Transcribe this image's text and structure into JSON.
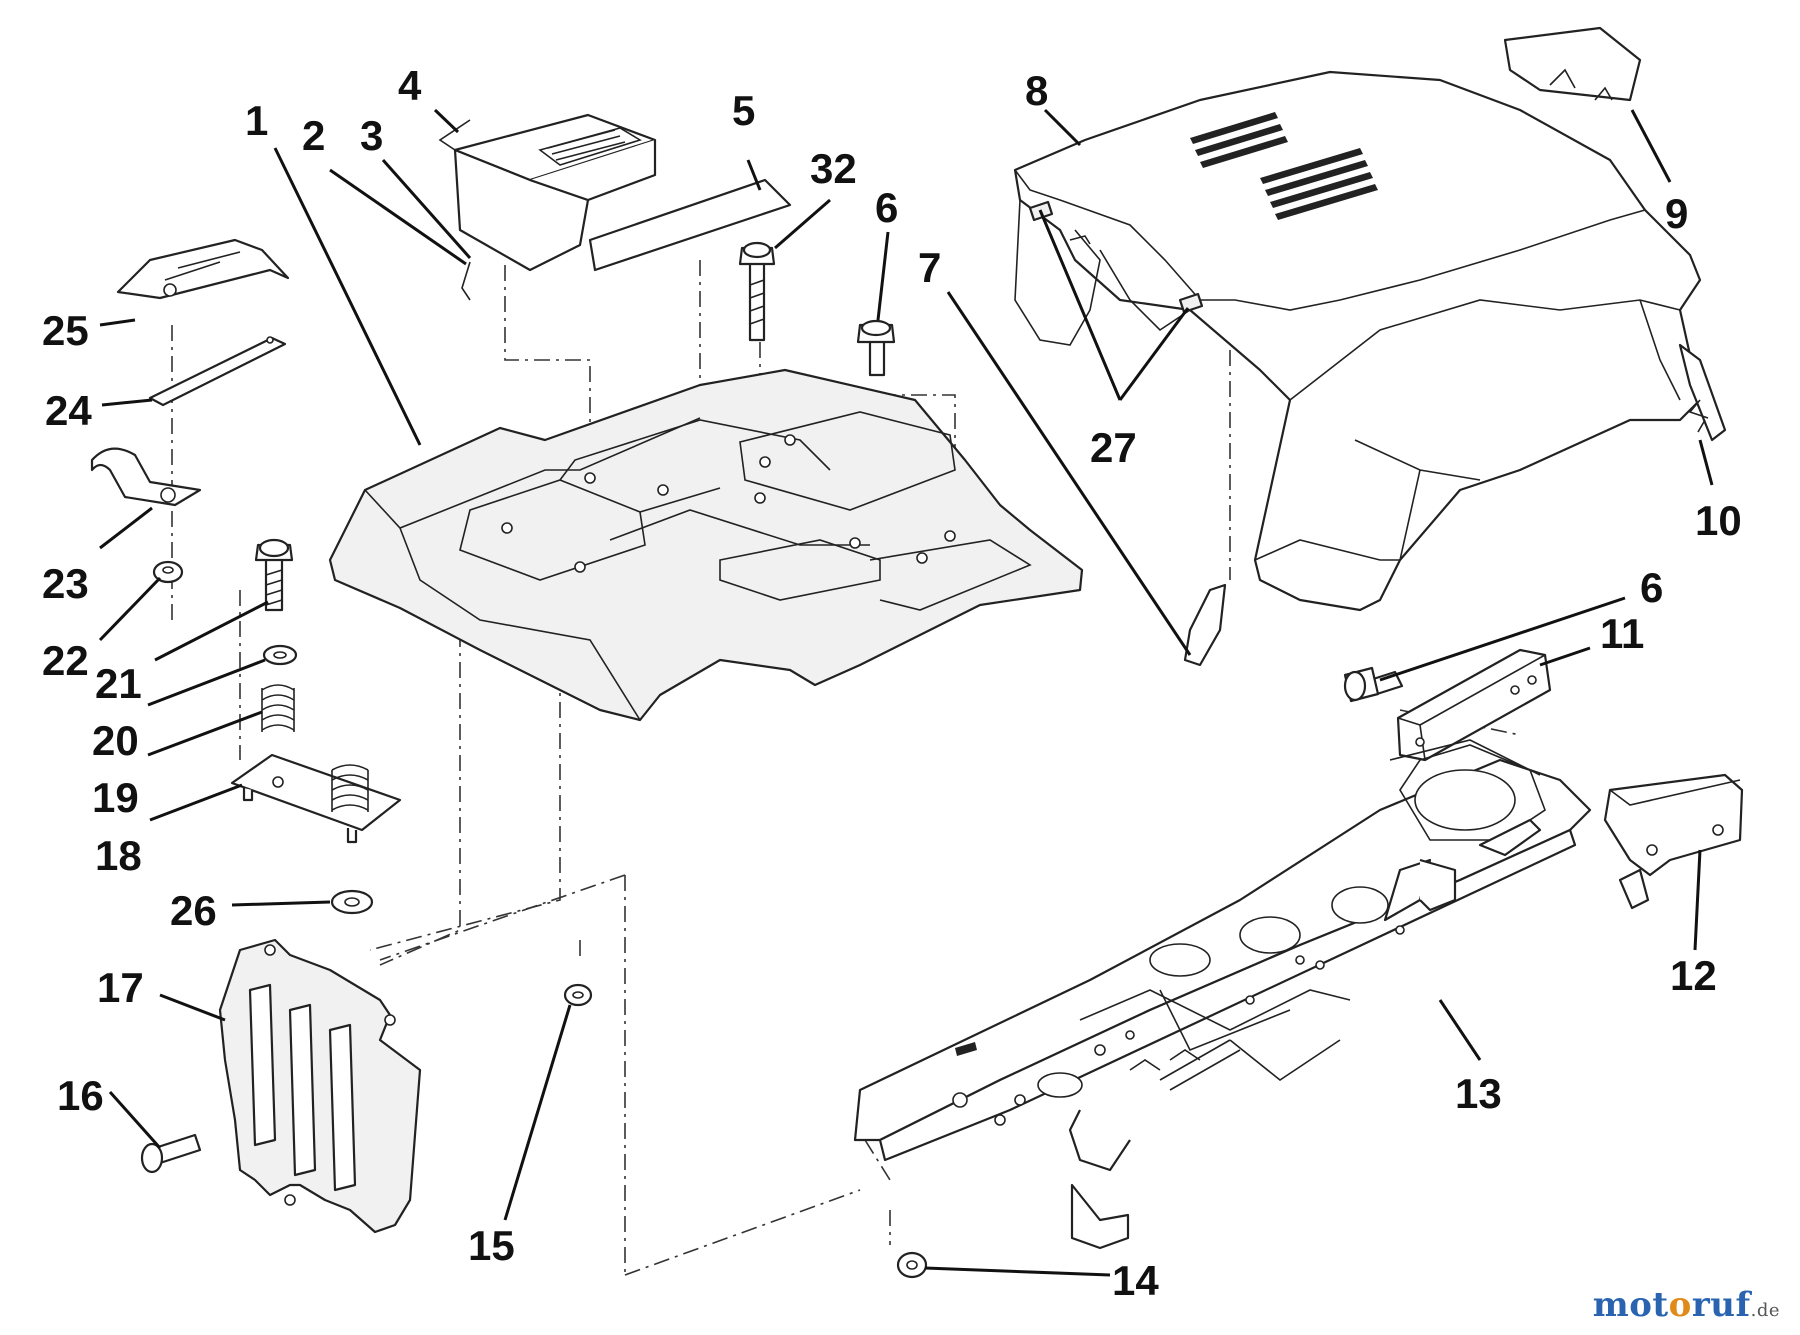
{
  "labels": [
    "1",
    "2",
    "3",
    "4",
    "5",
    "32",
    "6",
    "7",
    "8",
    "9",
    "10",
    "27",
    "25",
    "24",
    "23",
    "22",
    "21",
    "20",
    "19",
    "18",
    "26",
    "17",
    "16",
    "15",
    "14",
    "13",
    "12",
    "11",
    "6"
  ],
  "watermark": {
    "part1": "mot",
    "part2": "o",
    "part3": "ruf",
    "part4": ".de"
  },
  "colors": {
    "line": "#222222",
    "watermark_blue": "#2a64b0",
    "watermark_orange": "#e08a1a"
  }
}
